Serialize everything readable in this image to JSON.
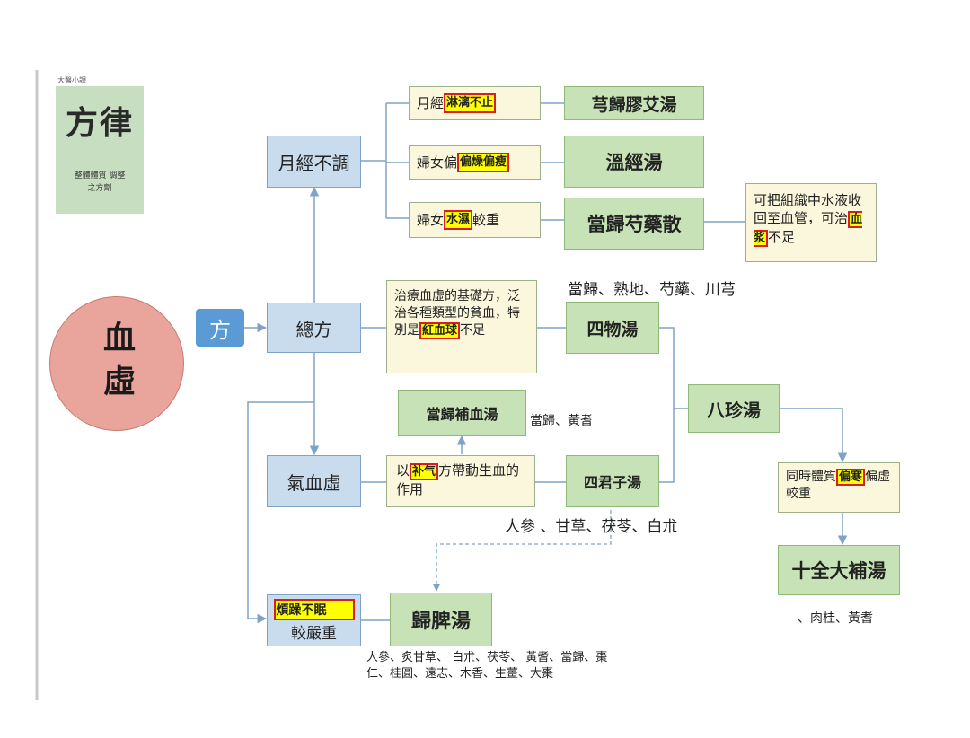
{
  "logo": {
    "tag": "大醫小課",
    "calligraphy": "方律",
    "caption": "整體體質 調整之方劑"
  },
  "main": {
    "label": "血虛"
  },
  "fang": {
    "label": "方"
  },
  "categories": {
    "yuejing": "月經不調",
    "zongfang": "總方",
    "qixuexu": "氣血虛",
    "severe_hl": "煩躁不眠",
    "severe_text": "較嚴重"
  },
  "conditions": {
    "c1_pre": "月經",
    "c1_hl": "淋漓不止",
    "c2_pre": "婦女偏",
    "c2_hl": "偏燥偏瘦",
    "c3_pre": "婦女",
    "c3_hl": "水濕",
    "c3_post": "較重",
    "zong_text": "治療血虛的基礎方，泛治各種類型的貧血，特別是",
    "zong_hl": "紅血球",
    "zong_post": "不足",
    "qi_pre": "以",
    "qi_hl": "补气",
    "qi_post": "方帶動生血的作用",
    "tz_pre": "同時體質",
    "tz_hl": "偏寒",
    "tz_post": "偏虛較重"
  },
  "note": {
    "pre": "可把組織中水液收回至血管，可治",
    "hl": "血浆",
    "post": "不足"
  },
  "formulas": {
    "f1": "芎歸膠艾湯",
    "f2": "溫經湯",
    "f3": "當歸芍藥散",
    "siwu": "四物湯",
    "danggui_buxue": "當歸補血湯",
    "sijunzi": "四君子湯",
    "bazhen": "八珍湯",
    "shiquan": "十全大補湯",
    "guipi": "歸脾湯"
  },
  "ingredients": {
    "siwu": "當歸、熟地、芍藥、川芎",
    "danggui_buxue": "當歸、黃耆",
    "sijunzi": "人參 、甘草、茯苓、白朮",
    "shiquan": "、肉桂、黃耆",
    "guipi": "人參、炙甘草、 白朮、茯苓、 黃耆、當歸、棗仁、桂圓、遠志、木香、生薑、大棗"
  },
  "colors": {
    "line": "#7fa3c6",
    "blue_box": "#c9dcee",
    "green_box": "#c6e2b6",
    "cream_box": "#fbf7dc",
    "main_circle": "#e9a49c",
    "fang_box": "#5b9bd5",
    "highlight": "#ffff00",
    "highlight_border": "#d62020"
  }
}
